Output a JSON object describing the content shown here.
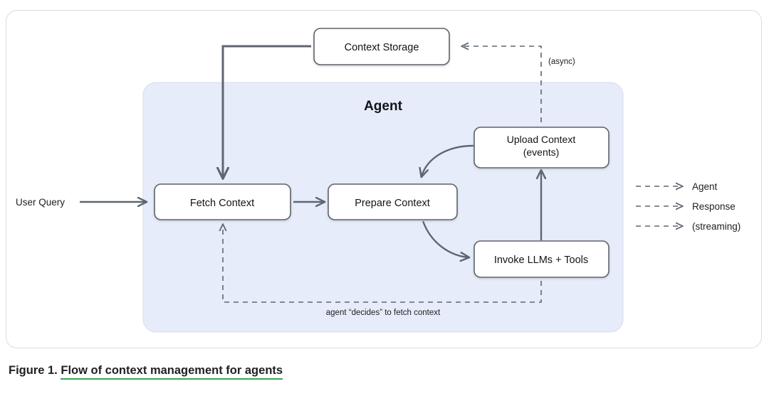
{
  "figure": {
    "caption_prefix": "Figure 1.",
    "caption_link": "Flow of context management for agents",
    "underline_color": "#34a853"
  },
  "colors": {
    "panel_fill": "#e6ecfa",
    "panel_stroke": "#d6dced",
    "box_fill": "#ffffff",
    "box_stroke": "#5f6368",
    "edge": "#5f6671",
    "frame_border": "#dadce0",
    "text": "#111418"
  },
  "diagram": {
    "type": "flowchart",
    "panel": {
      "title": "Agent"
    },
    "nodes": [
      {
        "id": "context-storage",
        "label": "Context Storage",
        "inside_agent": false
      },
      {
        "id": "fetch-context",
        "label": "Fetch Context",
        "inside_agent": true
      },
      {
        "id": "prepare-context",
        "label": "Prepare Context",
        "inside_agent": true
      },
      {
        "id": "upload-context",
        "label": "Upload Context",
        "label2": "(events)",
        "inside_agent": true
      },
      {
        "id": "invoke-llms",
        "label": "Invoke LLMs + Tools",
        "inside_agent": true
      }
    ],
    "edge_labels": {
      "user_query": "User Query",
      "async": "(async)",
      "agent_decides": "agent “decides” to fetch context"
    },
    "edges": [
      {
        "from": "user",
        "to": "fetch-context",
        "style": "solid"
      },
      {
        "from": "context-storage",
        "to": "fetch-context",
        "style": "solid"
      },
      {
        "from": "fetch-context",
        "to": "prepare-context",
        "style": "solid"
      },
      {
        "from": "prepare-context",
        "to": "invoke-llms",
        "style": "solid-curved"
      },
      {
        "from": "invoke-llms",
        "to": "upload-context",
        "style": "solid"
      },
      {
        "from": "upload-context",
        "to": "prepare-context",
        "style": "solid-curved"
      },
      {
        "from": "upload-context",
        "to": "context-storage",
        "style": "dashed",
        "label": "(async)"
      },
      {
        "from": "invoke-llms",
        "to": "fetch-context",
        "style": "dashed",
        "label": "agent “decides” to fetch context"
      }
    ],
    "legend": {
      "items": [
        {
          "label": "Agent",
          "style": "dashed-arrow"
        },
        {
          "label": "Response",
          "style": "dashed-arrow"
        },
        {
          "label": "(streaming)",
          "style": "dashed-arrow"
        }
      ]
    }
  }
}
